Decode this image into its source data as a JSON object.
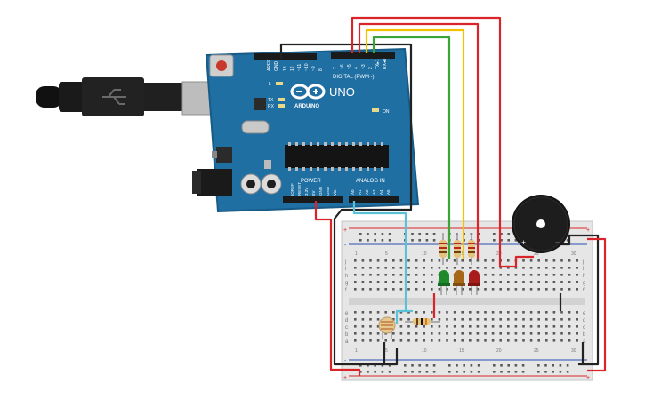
{
  "board": {
    "brand": "ARDUINO",
    "model": "UNO",
    "digital_label": "DIGITAL (PWM~)",
    "power_label": "POWER",
    "analog_label": "ANALOG IN",
    "tx_label": "TX",
    "rx_label": "RX",
    "l_label": "L",
    "on_label": "ON",
    "aref_label": "AREF",
    "gnd_label": "GND",
    "digital_pins": [
      "13",
      "12",
      "~11",
      "~10",
      "~9",
      "8",
      "7",
      "~6",
      "~5",
      "4",
      "~3",
      "2",
      "TX▸1",
      "RX◂0"
    ],
    "power_pins": [
      "IOREF",
      "RESET",
      "3.3V",
      "5V",
      "GND",
      "GND",
      "Vin"
    ],
    "analog_pins": [
      "A0",
      "A1",
      "A2",
      "A3",
      "A4",
      "A5"
    ]
  },
  "breadboard": {
    "row_letters_top": [
      "j",
      "i",
      "h",
      "g",
      "f"
    ],
    "row_letters_bottom": [
      "e",
      "d",
      "c",
      "b",
      "a"
    ],
    "rail_plus": "+",
    "rail_minus": "-",
    "column_numbers": [
      "1",
      "5",
      "10",
      "15",
      "20",
      "25",
      "30"
    ]
  },
  "buzzer": {
    "plus": "+",
    "minus": "−"
  },
  "colors": {
    "wire_red": "#d9242a",
    "wire_black": "#222222",
    "wire_yellow": "#f2c200",
    "wire_green": "#3aa537",
    "wire_cyan": "#5bc2d6",
    "board_blue": "#1b6595",
    "led_green": "#1e8a2a",
    "led_orange": "#a66718",
    "led_red": "#a81c1c"
  }
}
